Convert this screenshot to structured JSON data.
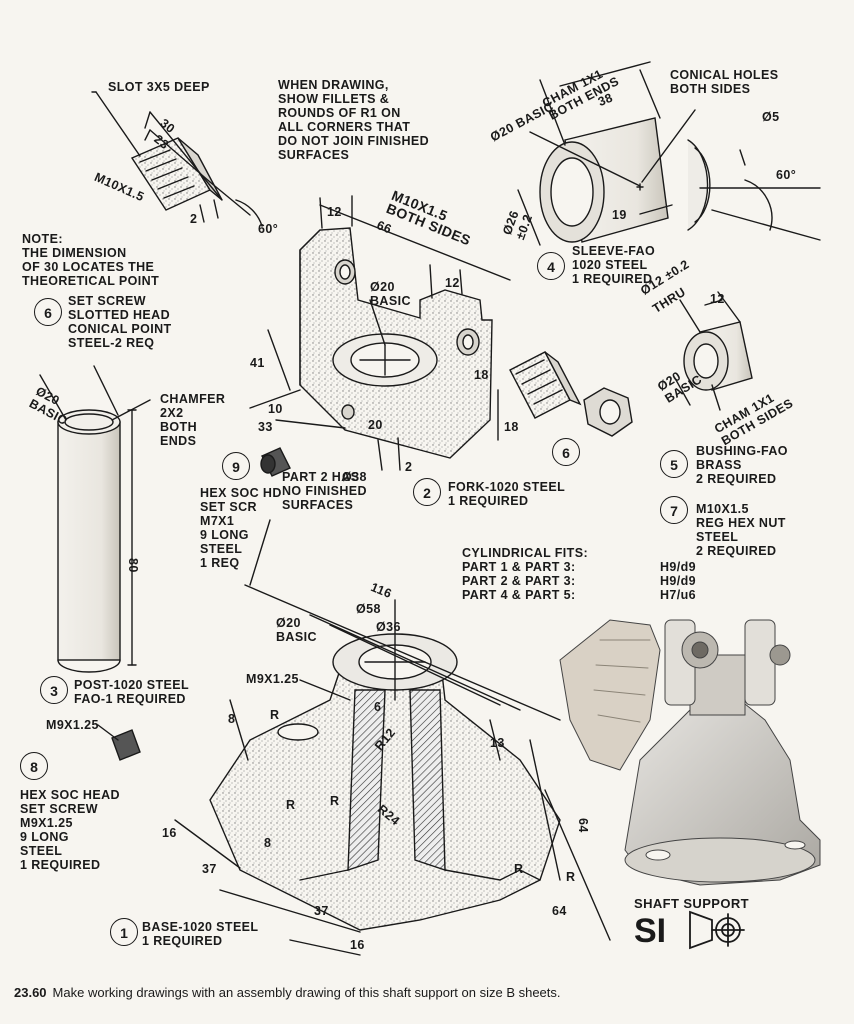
{
  "labels": {
    "slot": "SLOT 3X5 DEEP",
    "when_drawing": "WHEN DRAWING,\nSHOW FILLETS &\nROUNDS OF R1 ON\nALL CORNERS THAT\nDO NOT JOIN FINISHED\nSURFACES",
    "cham_sleeve": "CHAM 1X1\nBOTH ENDS",
    "conical_holes": "CONICAL HOLES\nBOTH SIDES",
    "m10_both_sides": "M10X1.5\nBOTH SIDES",
    "note": "NOTE:\nTHE DIMENSION\nOF 30 LOCATES THE\nTHEORETICAL POINT",
    "chamfer_post": "CHAMFER\n2X2\nBOTH\nENDS",
    "part2_note": "PART 2 HAS\nNO FINISHED\nSURFACES",
    "thru": "THRU",
    "cham_bushing": "CHAM 1X1\nBOTH SIDES",
    "cylindrical_fits": "CYLINDRICAL FITS:\nPART 1 & PART 3:\nPART 2 & PART 3:\nPART 4 & PART 5:",
    "fits_values": "H9/d9\nH9/d9\nH7/u6",
    "shaft_support": "SHAFT SUPPORT",
    "si": "SI"
  },
  "dims": {
    "d30": "30",
    "d23": "23",
    "d2": "2",
    "d60a": "60°",
    "m10_screw": "M10X1.5",
    "d12a": "12",
    "d66": "66",
    "d20_basic_fork": "Ø20\nBASIC",
    "d12b": "12",
    "d18a": "18",
    "d41": "41",
    "d10": "10",
    "d33": "33",
    "d20b": "20",
    "d18b": "18",
    "d38": "Ø38",
    "d2b": "2",
    "d20_basic_sleeve": "Ø20 BASIC",
    "d38s": "38",
    "d5": "Ø5",
    "d60b": "60°",
    "d26": "Ø26\n±0.2",
    "d19": "19",
    "d12_thru": "Ø12 ±0.2",
    "d12c": "12",
    "d20_basic_bushing": "Ø20\nBASIC",
    "d20_basic_post": "Ø20\nBASIC",
    "d80": "80",
    "d116": "116",
    "d58": "Ø58",
    "d36": "Ø36",
    "d20_basic_base": "Ø20\nBASIC",
    "m9_base": "M9X1.25",
    "d6": "6",
    "r12": "R12",
    "d13": "13",
    "r24": "R24",
    "d8a": "8",
    "d8b": "8",
    "d16a": "16",
    "d37a": "37",
    "d37b": "37",
    "d16b": "16",
    "d64a": "64",
    "d64b": "64",
    "r_a": "R",
    "r_b": "R",
    "r_c": "R",
    "r_d": "R",
    "r_e": "R",
    "m9_screw": "M9X1.25"
  },
  "parts": [
    {
      "num": "1",
      "desc": "BASE-1020 STEEL\n1 REQUIRED"
    },
    {
      "num": "2",
      "desc": "FORK-1020 STEEL\n1 REQUIRED"
    },
    {
      "num": "3",
      "desc": "POST-1020 STEEL\nFAO-1 REQUIRED"
    },
    {
      "num": "4",
      "desc": "SLEEVE-FAO\n1020 STEEL\n1 REQUIRED"
    },
    {
      "num": "5",
      "desc": "BUSHING-FAO\nBRASS\n2 REQUIRED"
    },
    {
      "num": "6",
      "desc": "SET SCREW\nSLOTTED HEAD\nCONICAL POINT\nSTEEL-2 REQ"
    },
    {
      "num": "7",
      "desc": "M10X1.5\nREG HEX NUT\nSTEEL\n2 REQUIRED"
    },
    {
      "num": "8",
      "desc": "HEX SOC HEAD\nSET SCREW\nM9X1.25\n9 LONG\nSTEEL\n1 REQUIRED"
    },
    {
      "num": "9",
      "desc": "HEX SOC HD\nSET SCR\nM7X1\n9 LONG\nSTEEL\n1 REQ"
    },
    {
      "num": "6",
      "desc": ""
    }
  ],
  "caption": {
    "number": "23.60",
    "text": "Make working drawings with an assembly drawing of this shaft support on size B sheets."
  },
  "colors": {
    "ink": "#1a1a1a",
    "paper": "#f7f5f0",
    "stipple": "#8a8a8a"
  }
}
